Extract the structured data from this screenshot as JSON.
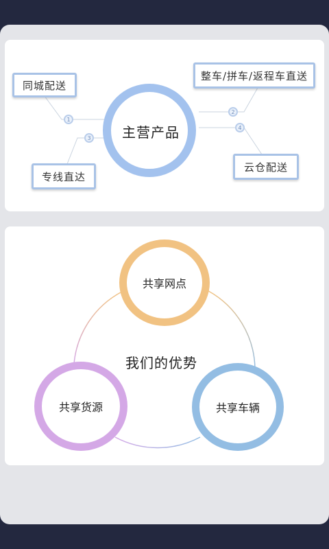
{
  "products": {
    "title": "主营产品",
    "items": [
      {
        "label": "同城配送",
        "num": "1"
      },
      {
        "label": "整车/拼车/返程车直送",
        "num": "2"
      },
      {
        "label": "专线直达",
        "num": "3"
      },
      {
        "label": "云仓配送",
        "num": "4"
      }
    ]
  },
  "advantages": {
    "title": "我们的优势",
    "items": [
      {
        "label": "共享网点",
        "color": "#f1c282"
      },
      {
        "label": "共享车辆",
        "color": "#93bde3"
      },
      {
        "label": "共享货源",
        "color": "#d4a8e6"
      }
    ]
  },
  "colors": {
    "background": "#23283f",
    "sheet": "#e4e5e9",
    "products_ring": "#a3c2ee",
    "tag_border": "#a8c2e6"
  }
}
